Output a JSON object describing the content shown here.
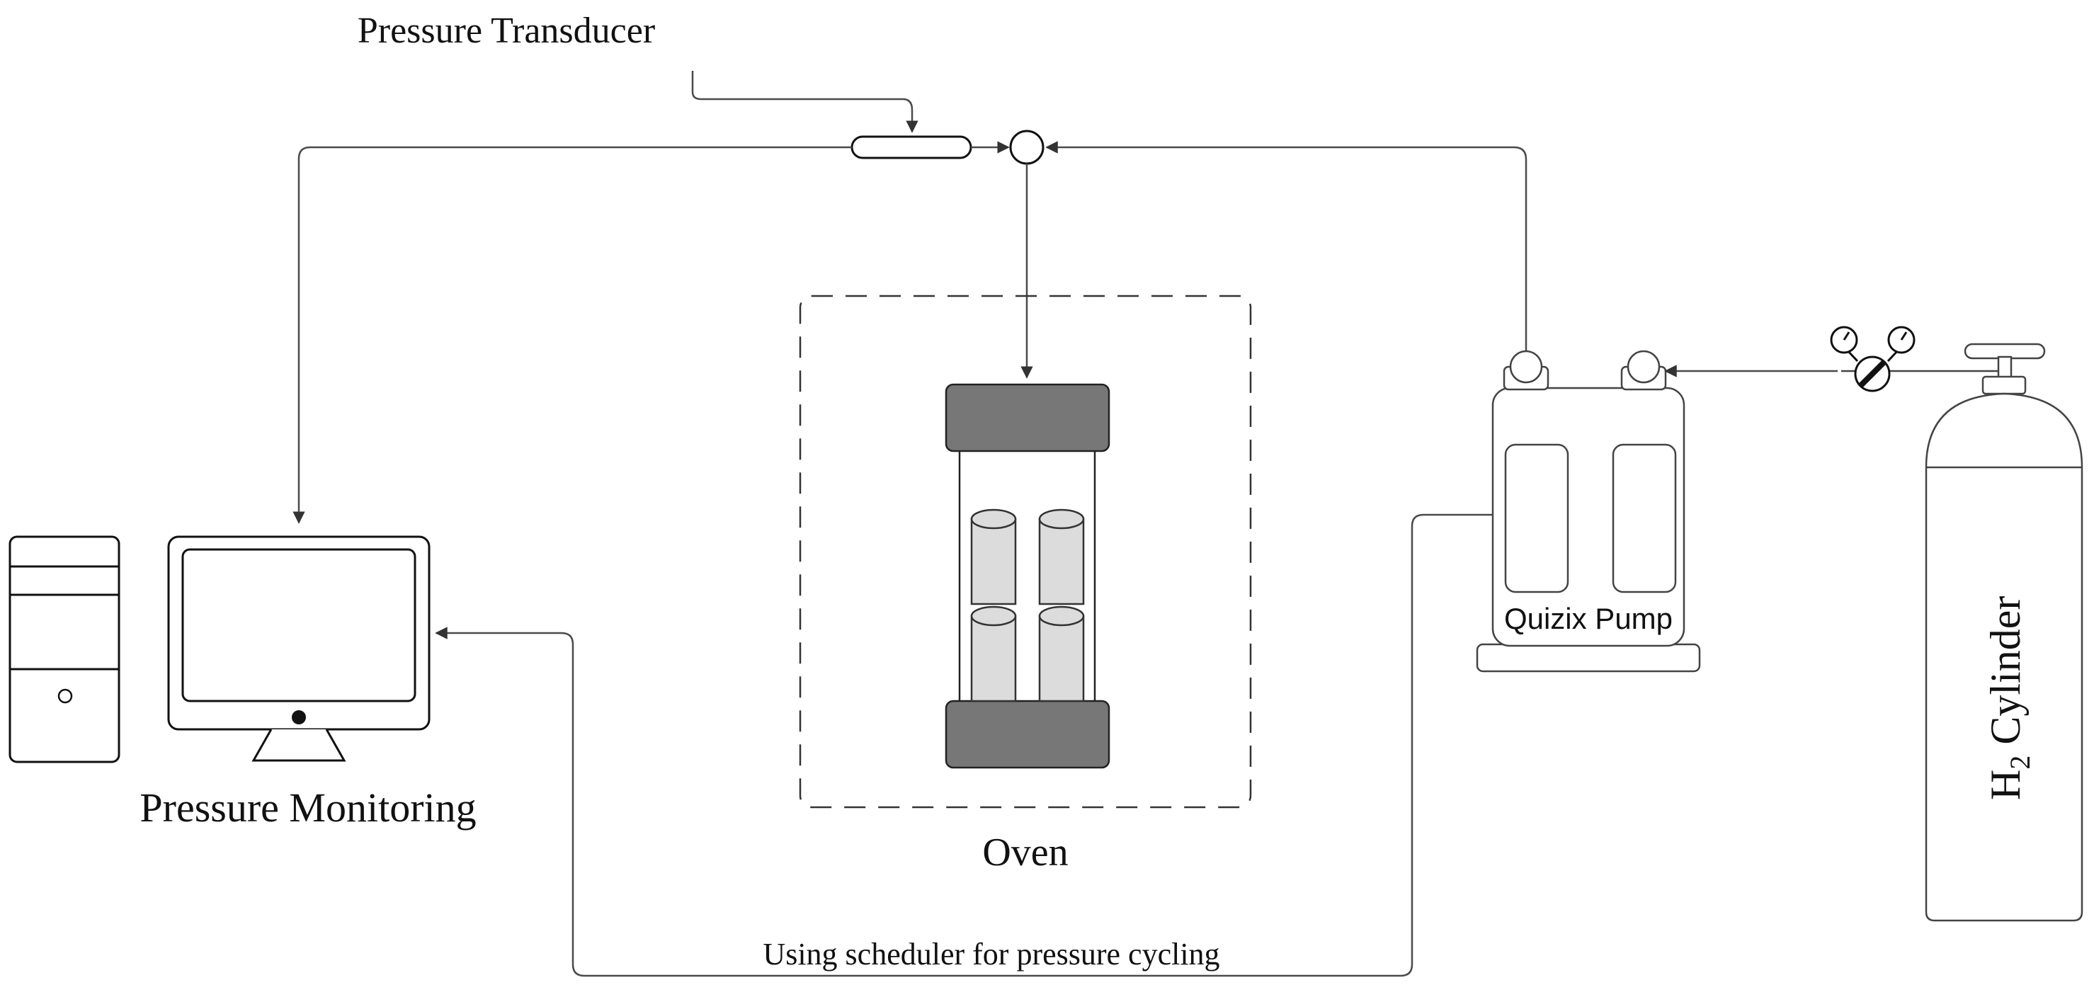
{
  "labels": {
    "pressure_transducer": "Pressure Transducer",
    "pressure_monitoring": "Pressure Monitoring",
    "oven": "Oven",
    "pump": "Quizix Pump",
    "cylinder_prefix": "H",
    "cylinder_subscript": "2",
    "cylinder_suffix": " Cylinder",
    "scheduler": "Using scheduler for pressure cycling"
  },
  "colors": {
    "line": "#4a4a4a",
    "outline": "#111111",
    "cap_fill": "#777777",
    "core_fill": "#dcdcdc"
  },
  "icons": {
    "computer": "desktop-computer-icon",
    "regulator": "gas-regulator-icon",
    "cylinder": "gas-cylinder-icon",
    "valve": "valve-icon"
  }
}
